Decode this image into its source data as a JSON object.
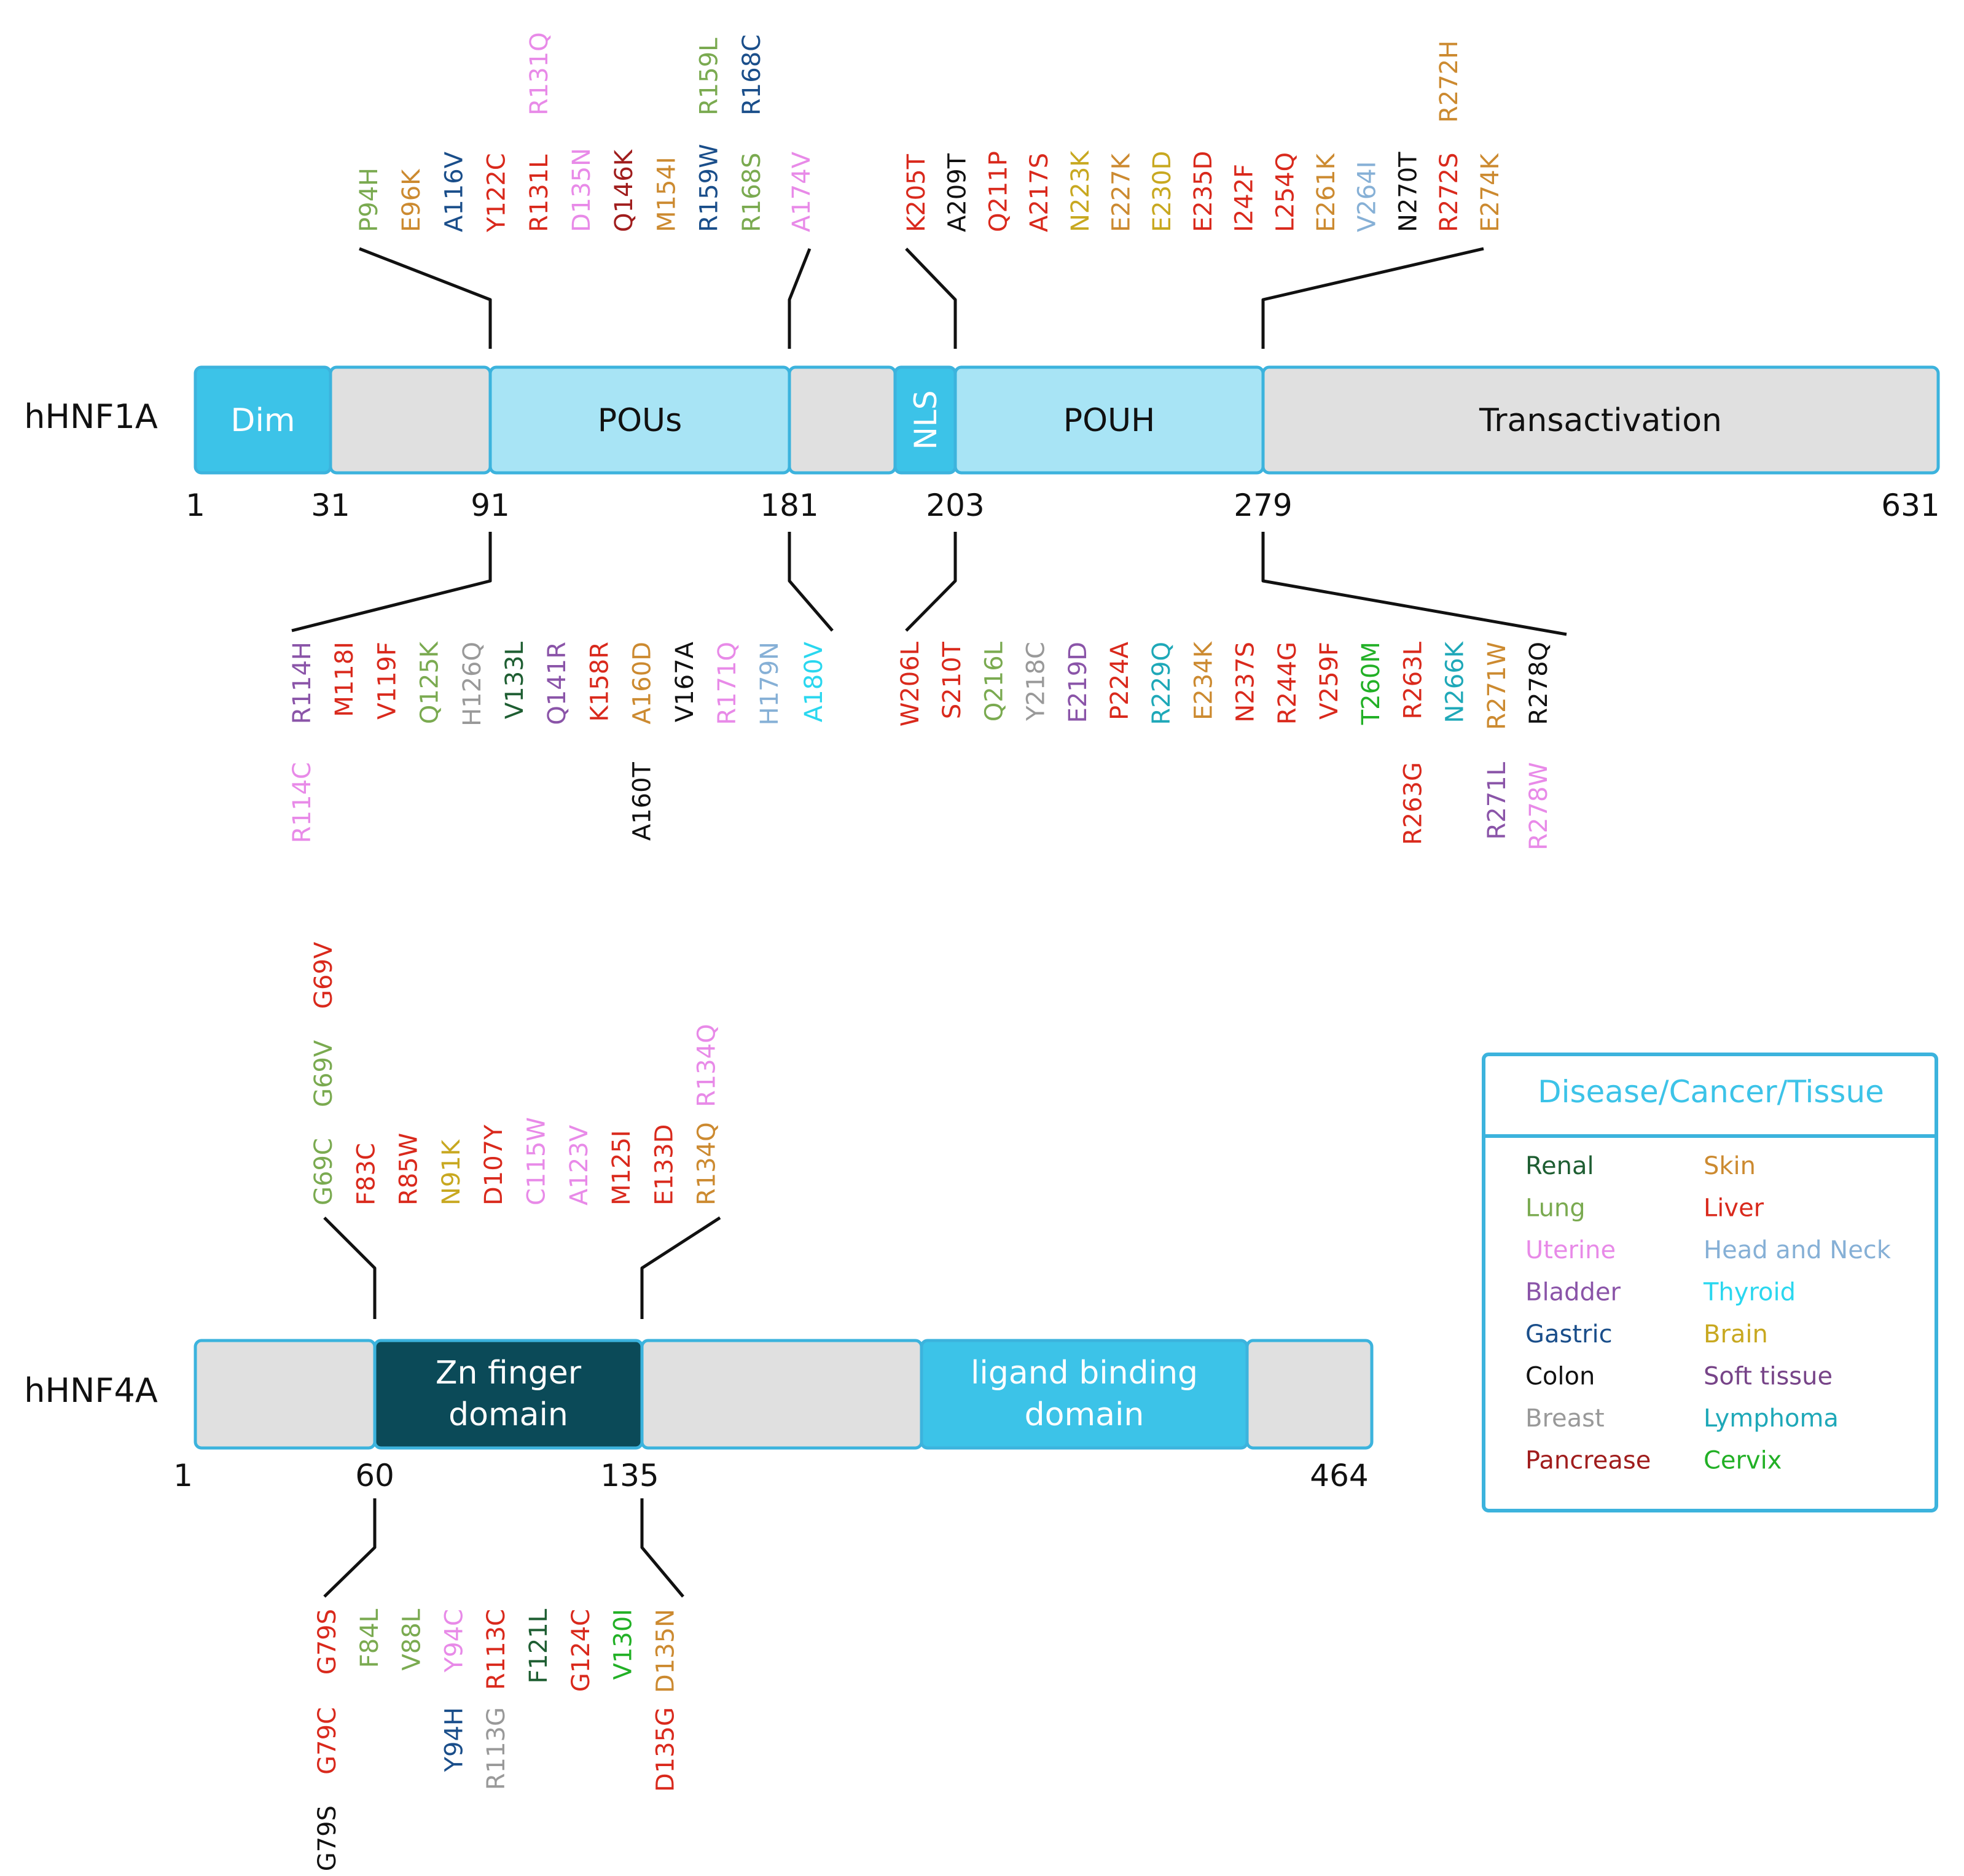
{
  "colors": {
    "Renal": "#1e5e32",
    "Lung": "#7aaa50",
    "Uterine": "#e88ae8",
    "Bladder": "#8a54a8",
    "Gastric": "#1a4e8a",
    "Colon": "#111111",
    "Breast": "#999999",
    "Pancrease": "#a01d1d",
    "Skin": "#cc8a30",
    "Liver": "#d9291c",
    "Head and Neck": "#86b0d6",
    "Thyroid": "#2ad7ef",
    "Brain": "#c8a820",
    "Soft tissue": "#774488",
    "Lymphoma": "#1ea8b8",
    "Cervix": "#22b026",
    "line": "#111111",
    "domain_cyan": "#3cc3e8",
    "domain_lightblue": "#a8e4f5",
    "domain_gray": "#e0e0e0",
    "domain_dark": "#0b4a58",
    "border": "#3cb3dd"
  },
  "hnf1a": {
    "name": "hHNF1A",
    "domains": [
      {
        "label": "Dim",
        "start": 1,
        "end": 31,
        "style": "cyan"
      },
      {
        "label": "",
        "start": 31,
        "end": 91,
        "style": "gray"
      },
      {
        "label": "POUs",
        "start": 91,
        "end": 181,
        "style": "lightblue"
      },
      {
        "label": "",
        "start": 181,
        "end": 203,
        "style": "gray"
      },
      {
        "label": "NLS",
        "start": 203,
        "end": 203,
        "style": "cyan"
      },
      {
        "label": "POUH",
        "start": 203,
        "end": 279,
        "style": "lightblue"
      },
      {
        "label": "Transactivation",
        "start": 279,
        "end": 631,
        "style": "gray"
      }
    ],
    "ticks": [
      "1",
      "31",
      "91",
      "181",
      "203",
      "279",
      "631"
    ],
    "mutations_above": [
      {
        "group": "91",
        "columns": [
          [
            {
              "t": "P94H",
              "c": "Lung"
            }
          ],
          [
            {
              "t": "E96K",
              "c": "Skin"
            }
          ],
          [
            {
              "t": "A116V",
              "c": "Gastric"
            }
          ],
          [
            {
              "t": "Y122C",
              "c": "Liver"
            }
          ],
          [
            {
              "t": "R131L",
              "c": "Liver"
            },
            {
              "t": "R131Q",
              "c": "Uterine"
            }
          ],
          [
            {
              "t": "D135N",
              "c": "Uterine"
            }
          ],
          [
            {
              "t": "Q146K",
              "c": "Pancrease"
            }
          ],
          [
            {
              "t": "M154I",
              "c": "Skin"
            }
          ],
          [
            {
              "t": "R159W",
              "c": "Gastric"
            },
            {
              "t": "R159L",
              "c": "Lung"
            }
          ],
          [
            {
              "t": "R168S",
              "c": "Lung"
            },
            {
              "t": "R168C",
              "c": "Gastric"
            }
          ]
        ]
      },
      {
        "group": "181",
        "columns": [
          [
            {
              "t": "A174V",
              "c": "Uterine"
            }
          ]
        ]
      },
      {
        "group": "203",
        "columns": [
          [
            {
              "t": "K205T",
              "c": "Liver"
            }
          ],
          [
            {
              "t": "A209T",
              "c": "Colon"
            }
          ],
          [
            {
              "t": "Q211P",
              "c": "Liver"
            }
          ],
          [
            {
              "t": "A217S",
              "c": "Liver"
            }
          ],
          [
            {
              "t": "N223K",
              "c": "Brain"
            }
          ],
          [
            {
              "t": "E227K",
              "c": "Skin"
            }
          ],
          [
            {
              "t": "E230D",
              "c": "Brain"
            }
          ],
          [
            {
              "t": "E235D",
              "c": "Liver"
            }
          ],
          [
            {
              "t": "I242F",
              "c": "Liver"
            }
          ],
          [
            {
              "t": "L254Q",
              "c": "Liver"
            }
          ],
          [
            {
              "t": "E261K",
              "c": "Skin"
            }
          ],
          [
            {
              "t": "V264I",
              "c": "Head and Neck"
            }
          ],
          [
            {
              "t": "N270T",
              "c": "Colon"
            }
          ],
          [
            {
              "t": "R272S",
              "c": "Liver"
            },
            {
              "t": "R272H",
              "c": "Skin"
            }
          ],
          [
            {
              "t": "E274K",
              "c": "Skin"
            }
          ]
        ]
      }
    ],
    "mutations_below": [
      {
        "group": "91",
        "columns": [
          [
            {
              "t": "R114H",
              "c": "Bladder"
            },
            {
              "t": "R114C",
              "c": "Uterine"
            }
          ],
          [
            {
              "t": "M118I",
              "c": "Liver"
            }
          ],
          [
            {
              "t": "V119F",
              "c": "Liver"
            }
          ],
          [
            {
              "t": "Q125K",
              "c": "Lung"
            }
          ],
          [
            {
              "t": "H126Q",
              "c": "Breast"
            }
          ],
          [
            {
              "t": "V133L",
              "c": "Renal"
            }
          ],
          [
            {
              "t": "Q141R",
              "c": "Bladder"
            }
          ],
          [
            {
              "t": "K158R",
              "c": "Liver"
            }
          ],
          [
            {
              "t": "A160D",
              "c": "Skin"
            },
            {
              "t": "A160T",
              "c": "Colon"
            }
          ],
          [
            {
              "t": "V167A",
              "c": "Colon"
            }
          ],
          [
            {
              "t": "R171Q",
              "c": "Uterine"
            }
          ],
          [
            {
              "t": "H179N",
              "c": "Head and Neck"
            }
          ]
        ]
      },
      {
        "group": "181",
        "columns": [
          [
            {
              "t": "A180V",
              "c": "Thyroid"
            }
          ]
        ]
      },
      {
        "group": "203",
        "columns": [
          [
            {
              "t": "W206L",
              "c": "Liver"
            }
          ],
          [
            {
              "t": "S210T",
              "c": "Liver"
            }
          ],
          [
            {
              "t": "Q216L",
              "c": "Lung"
            }
          ],
          [
            {
              "t": "Y218C",
              "c": "Breast"
            }
          ],
          [
            {
              "t": "E219D",
              "c": "Bladder"
            }
          ],
          [
            {
              "t": "P224A",
              "c": "Liver"
            }
          ],
          [
            {
              "t": "R229Q",
              "c": "Lymphoma"
            }
          ],
          [
            {
              "t": "E234K",
              "c": "Skin"
            }
          ],
          [
            {
              "t": "N237S",
              "c": "Liver"
            }
          ],
          [
            {
              "t": "R244G",
              "c": "Liver"
            }
          ],
          [
            {
              "t": "V259F",
              "c": "Liver"
            }
          ],
          [
            {
              "t": "T260M",
              "c": "Cervix"
            }
          ],
          [
            {
              "t": "R263L",
              "c": "Liver"
            },
            {
              "t": "R263G",
              "c": "Liver"
            }
          ],
          [
            {
              "t": "N266K",
              "c": "Lymphoma"
            }
          ],
          [
            {
              "t": "R271W",
              "c": "Skin"
            },
            {
              "t": "R271L",
              "c": "Bladder"
            }
          ],
          [
            {
              "t": "R278Q",
              "c": "Colon"
            },
            {
              "t": "R278W",
              "c": "Uterine"
            }
          ]
        ]
      }
    ]
  },
  "hnf4a": {
    "name": "hHNF4A",
    "domains": [
      {
        "label": "",
        "start": 1,
        "end": 60,
        "style": "gray"
      },
      {
        "label": "Zn finger domain",
        "start": 60,
        "end": 135,
        "style": "dark"
      },
      {
        "label": "",
        "start": 135,
        "end": 265,
        "style": "gray"
      },
      {
        "label": "ligand binding domain",
        "start": 265,
        "end": 410,
        "style": "cyan"
      },
      {
        "label": "",
        "start": 410,
        "end": 464,
        "style": "gray"
      }
    ],
    "ticks": [
      "1",
      "60",
      "135",
      "464"
    ],
    "mutations_above": [
      {
        "group": "60",
        "columns": [
          [
            {
              "t": "G69C",
              "c": "Lung"
            },
            {
              "t": "G69V",
              "c": "Lung"
            },
            {
              "t": "G69V",
              "c": "Liver"
            }
          ],
          [
            {
              "t": "F83C",
              "c": "Liver"
            }
          ],
          [
            {
              "t": "R85W",
              "c": "Liver"
            }
          ],
          [
            {
              "t": "N91K",
              "c": "Brain"
            }
          ],
          [
            {
              "t": "D107Y",
              "c": "Liver"
            }
          ],
          [
            {
              "t": "C115W",
              "c": "Uterine"
            }
          ],
          [
            {
              "t": "A123V",
              "c": "Uterine"
            }
          ],
          [
            {
              "t": "M125I",
              "c": "Liver"
            }
          ],
          [
            {
              "t": "E133D",
              "c": "Liver"
            }
          ],
          [
            {
              "t": "R134Q",
              "c": "Skin"
            },
            {
              "t": "R134Q",
              "c": "Uterine"
            }
          ]
        ]
      }
    ],
    "mutations_below": [
      {
        "group": "60",
        "columns": [
          [
            {
              "t": "G79S",
              "c": "Liver"
            },
            {
              "t": "G79C",
              "c": "Liver"
            },
            {
              "t": "G79S",
              "c": "Colon"
            }
          ],
          [
            {
              "t": "F84L",
              "c": "Lung"
            }
          ],
          [
            {
              "t": "V88L",
              "c": "Lung"
            }
          ],
          [
            {
              "t": "Y94C",
              "c": "Uterine"
            },
            {
              "t": "Y94H",
              "c": "Gastric"
            }
          ],
          [
            {
              "t": "R113C",
              "c": "Liver"
            },
            {
              "t": "R113G",
              "c": "Breast"
            }
          ],
          [
            {
              "t": "F121L",
              "c": "Renal"
            }
          ],
          [
            {
              "t": "G124C",
              "c": "Liver"
            }
          ],
          [
            {
              "t": "V130I",
              "c": "Cervix"
            }
          ],
          [
            {
              "t": "D135N",
              "c": "Skin"
            },
            {
              "t": "D135G",
              "c": "Liver"
            }
          ]
        ]
      }
    ]
  },
  "legend": {
    "title": "Disease/Cancer/Tissue",
    "left": [
      "Renal",
      "Lung",
      "Uterine",
      "Bladder",
      "Gastric",
      "Colon",
      "Breast",
      "Pancrease"
    ],
    "right": [
      "Skin",
      "Liver",
      "Head and Neck",
      "Thyroid",
      "Brain",
      "Soft tissue",
      "Lymphoma",
      "Cervix"
    ]
  }
}
